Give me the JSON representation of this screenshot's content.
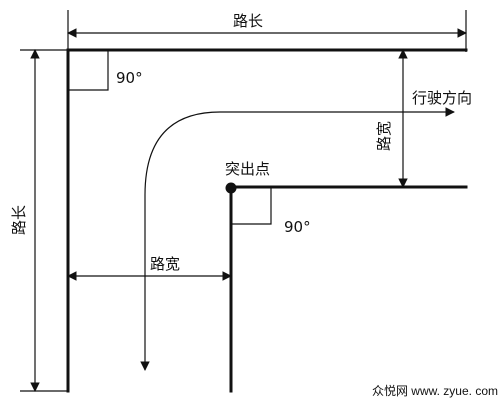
{
  "labels": {
    "top_road_length": "路长",
    "left_road_length": "路长",
    "driving_direction": "行驶方向",
    "right_road_width": "路宽",
    "corner_point": "突出点",
    "top_angle": "90°",
    "corner_angle": "90°",
    "bottom_road_width": "路宽"
  },
  "watermark": "众悦网 www. zyue. com"
}
